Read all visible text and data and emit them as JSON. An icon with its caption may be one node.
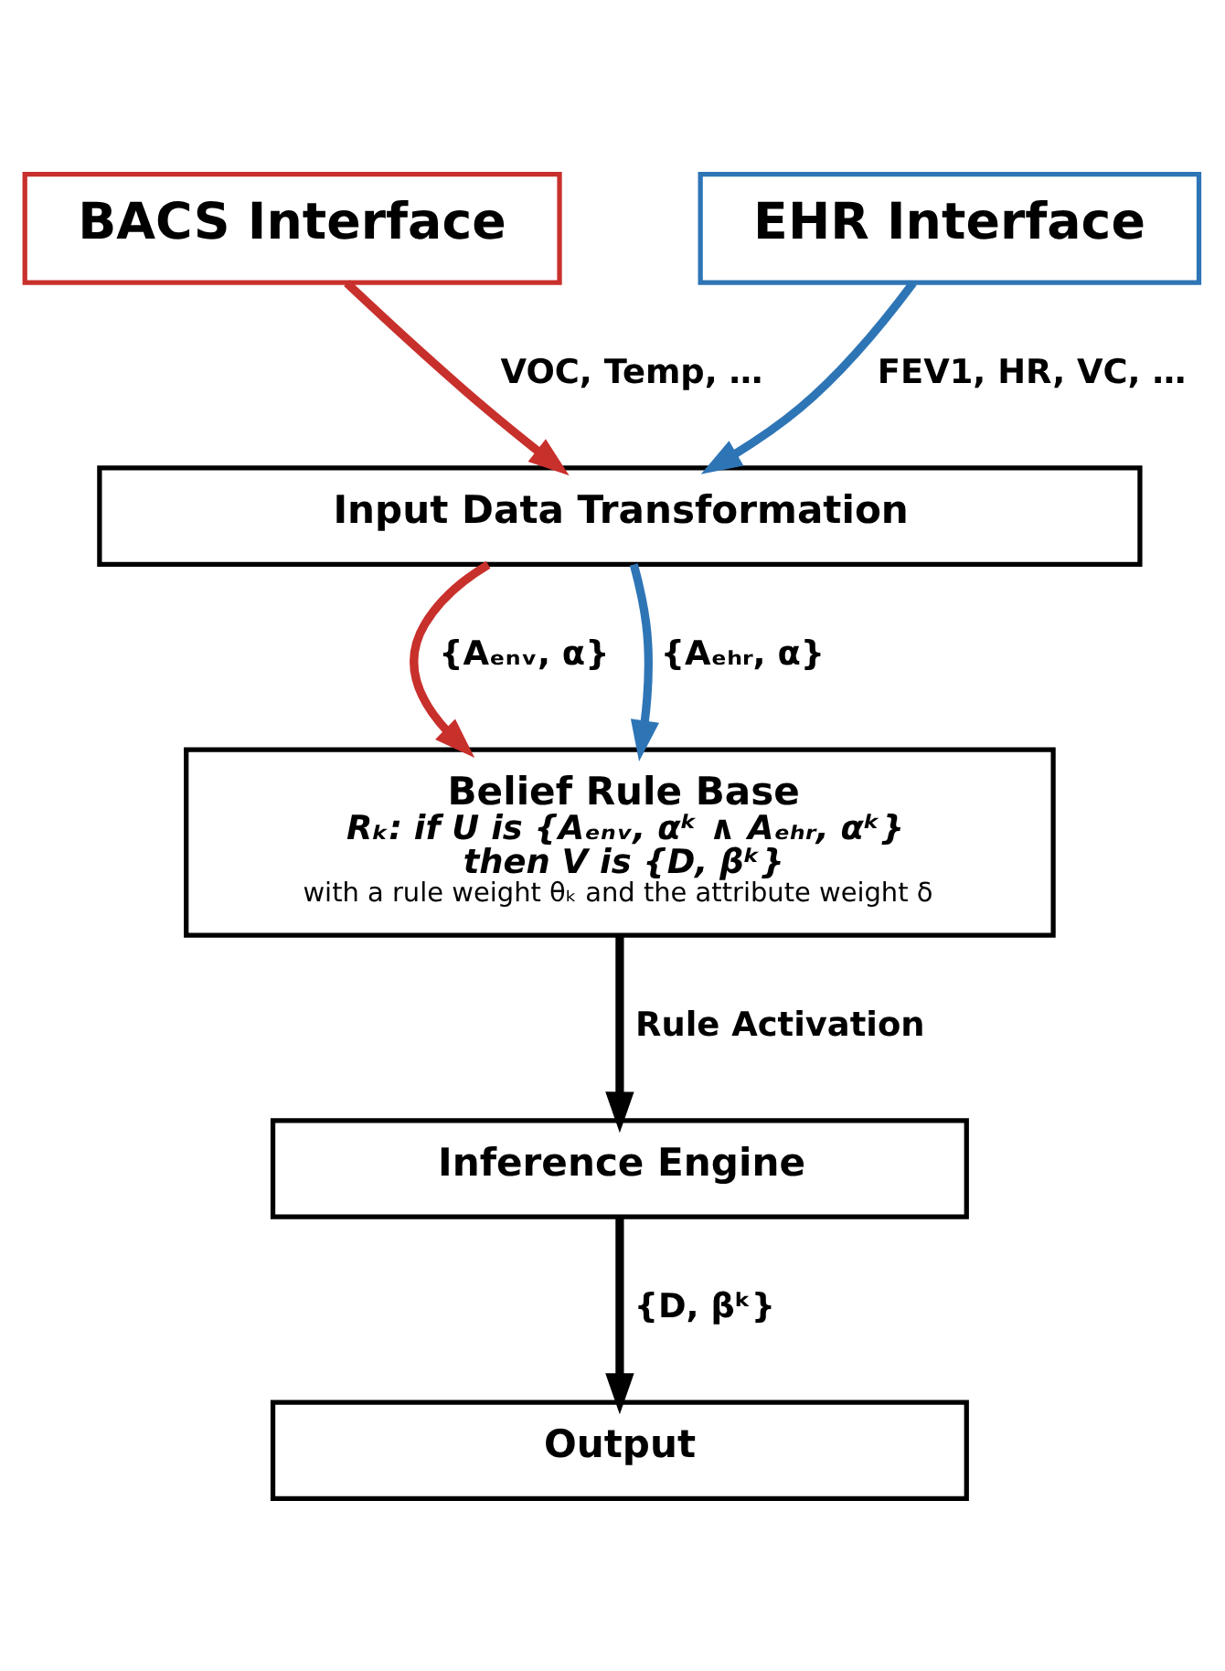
{
  "diagram": {
    "nodes": [
      {
        "text": [
          "BACS Interface"
        ]
      },
      {
        "text": [
          "EHR Interface"
        ]
      },
      {
        "text": [
          "Input Data Transformation"
        ]
      },
      {
        "text": [
          "Belief Rule Base",
          "Rₖ: if U is {Aₑₙᵥ, αᵏ ∧ Aₑₕᵣ, αᵏ}",
          "then V is {D, βᵏ}",
          "with a rule weight θₖ and the attribute weight δ"
        ]
      },
      {
        "text": [
          "Inference Engine"
        ]
      },
      {
        "text": [
          "Output"
        ]
      }
    ],
    "edges": [
      {
        "from": 0,
        "to": 2,
        "arrow": "to",
        "label": "VOC, Temp, …",
        "color": "#c8302c"
      },
      {
        "from": 1,
        "to": 2,
        "arrow": "to",
        "label": "FEV1, HR, VC, …",
        "color": "#2e75b6"
      },
      {
        "from": 2,
        "to": 3,
        "arrow": "to",
        "label": "{Aₑₙᵥ, α}",
        "color": "#c8302c"
      },
      {
        "from": 2,
        "to": 3,
        "arrow": "to",
        "label": "{Aₑₕᵣ, α}",
        "color": "#2e75b6"
      },
      {
        "from": 3,
        "to": 4,
        "arrow": "to",
        "label": "Rule Activation",
        "color": "#000000"
      },
      {
        "from": 4,
        "to": 5,
        "arrow": "to",
        "label": "{D, βᵏ}",
        "color": "#000000"
      }
    ]
  }
}
